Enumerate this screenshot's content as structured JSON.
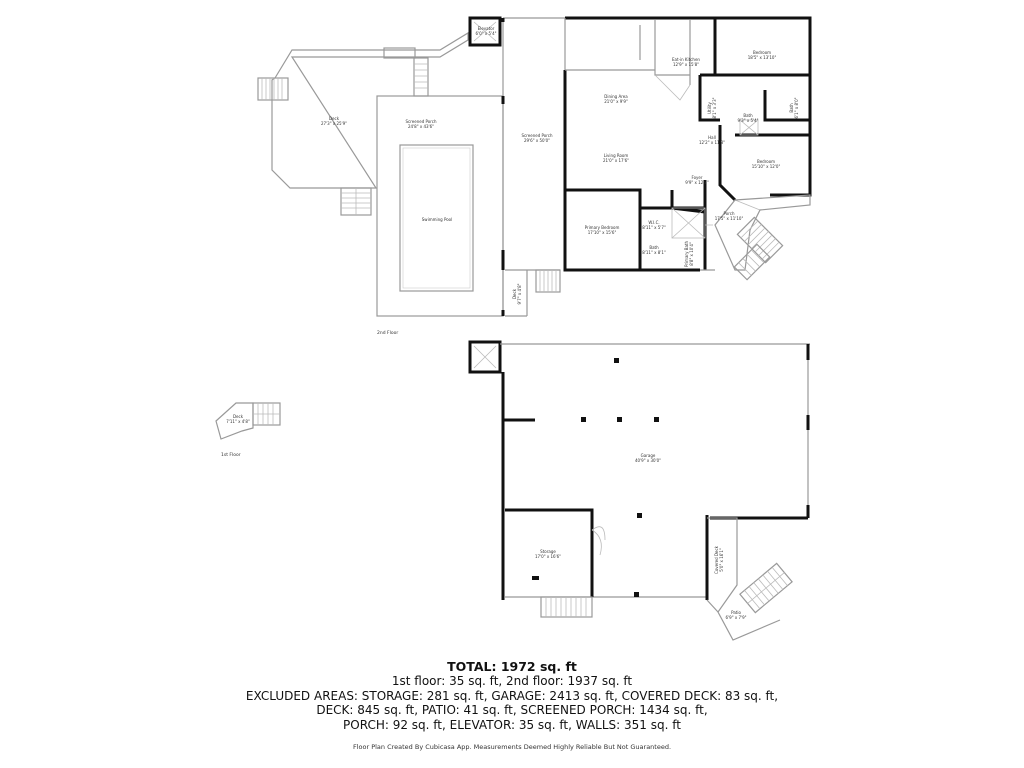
{
  "floors": {
    "second": {
      "label": "2nd Floor",
      "rooms": [
        {
          "name": "Elevator",
          "dims": "6'0\" x 5'4\""
        },
        {
          "name": "Deck",
          "dims": "27'3\" x 25'9\""
        },
        {
          "name": "Screened Porch",
          "dims": "24'8\" x 43'6\""
        },
        {
          "name": "Swimming Pool",
          "dims": ""
        },
        {
          "name": "Screened Porch",
          "dims": "29'6\" x 50'0\""
        },
        {
          "name": "Eat-in Kitchen",
          "dims": "12'9\" x 15'8\""
        },
        {
          "name": "Bedroom",
          "dims": "18'5\" x 13'10\""
        },
        {
          "name": "Dining Area",
          "dims": "21'0\" x 9'9\""
        },
        {
          "name": "Utility",
          "dims": "8'1\" x 3'3\""
        },
        {
          "name": "Bath",
          "dims": "9'3\" x 5'4\""
        },
        {
          "name": "Bath",
          "dims": "6'1\" x 8'0\""
        },
        {
          "name": "Hall",
          "dims": "12'2\" x 11'8\""
        },
        {
          "name": "Living Room",
          "dims": "21'0\" x 17'6\""
        },
        {
          "name": "Bedroom",
          "dims": "15'10\" x 12'0\""
        },
        {
          "name": "Foyer",
          "dims": "9'9\" x 12'8\""
        },
        {
          "name": "Porch",
          "dims": "17'5\" x 11'10\""
        },
        {
          "name": "Primary Bedroom",
          "dims": "17'10\" x 15'6\""
        },
        {
          "name": "W.I.C.",
          "dims": "8'11\" x 5'7\""
        },
        {
          "name": "Bath",
          "dims": "8'11\" x 8'1\""
        },
        {
          "name": "Primary Bath",
          "dims": "8'8\" x 10'4\""
        },
        {
          "name": "Deck",
          "dims": "9'7\" x 4'8\""
        }
      ]
    },
    "first": {
      "label": "1st Floor",
      "rooms": [
        {
          "name": "Deck",
          "dims": "7'11\" x 4'8\""
        },
        {
          "name": "Garage",
          "dims": "40'9\" x 30'0\""
        },
        {
          "name": "Storage",
          "dims": "17'0\" x 16'6\""
        },
        {
          "name": "Covered Deck",
          "dims": "5'0\" x 16'1\""
        },
        {
          "name": "Patio",
          "dims": "6'9\" x 7'9\""
        }
      ]
    }
  },
  "summary": {
    "total": "TOTAL: 1972 sq. ft",
    "floors_line": "1st floor: 35 sq. ft, 2nd floor: 1937 sq. ft",
    "excluded_line1": "EXCLUDED AREAS: STORAGE: 281 sq. ft, GARAGE: 2413 sq. ft, COVERED DECK: 83 sq. ft,",
    "excluded_line2": "DECK: 845 sq. ft, PATIO: 41 sq. ft, SCREENED PORCH: 1434 sq. ft,",
    "excluded_line3": "PORCH: 92 sq. ft, ELEVATOR: 35 sq. ft, WALLS: 351 sq. ft",
    "credit": "Floor Plan Created By Cubicasa App. Measurements Deemed Highly Reliable But Not Guaranteed."
  }
}
